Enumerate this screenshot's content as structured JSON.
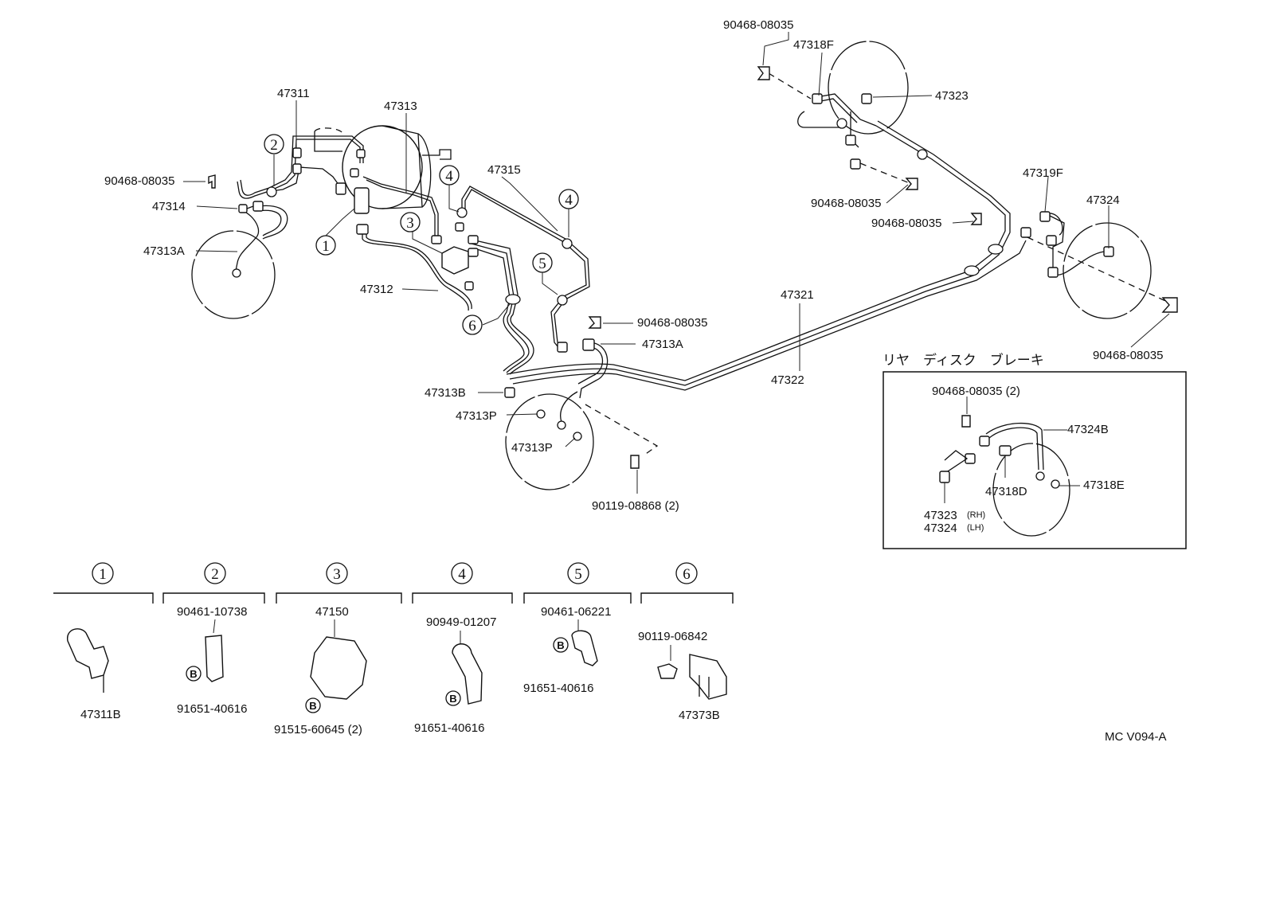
{
  "labels": {
    "front_left": {
      "p47311": "47311",
      "p47313": "47313",
      "p90468_a": "90468-08035",
      "p47314": "47314",
      "p47313A_left": "47313A",
      "p47312": "47312",
      "p47315": "47315"
    },
    "center": {
      "p90468_b": "90468-08035",
      "p47313A_right": "47313A",
      "p47313B": "47313B",
      "p47313P_a": "47313P",
      "p47313P_b": "47313P",
      "p90119": "90119-08868 (2)",
      "p47321": "47321",
      "p47322": "47322"
    },
    "rear": {
      "p90468_top": "90468-08035",
      "p47318F": "47318F",
      "p47323": "47323",
      "p90468_mid": "90468-08035",
      "p90468_mid2": "90468-08035",
      "p47319F": "47319F",
      "p47324": "47324",
      "p90468_right": "90468-08035"
    },
    "callouts": [
      "1",
      "2",
      "3",
      "4",
      "4",
      "5",
      "6"
    ]
  },
  "inset": {
    "title": "リヤ　ディスク　ブレーキ",
    "p90468": "90468-08035 (2)",
    "p47324B": "47324B",
    "p47318D": "47318D",
    "p47318E": "47318E",
    "p47323": "47323",
    "rh": "(RH)",
    "p47324": "47324",
    "lh": "(LH)"
  },
  "details": [
    {
      "num": "1",
      "top": "",
      "bottom": "47311B"
    },
    {
      "num": "2",
      "top": "90461-10738",
      "bottom": "91651-40616"
    },
    {
      "num": "3",
      "top": "47150",
      "bottom": "91515-60645 (2)"
    },
    {
      "num": "4",
      "top": "90949-01207",
      "bottom": "91651-40616"
    },
    {
      "num": "5",
      "top": "90461-06221",
      "bottom": "91651-40616"
    },
    {
      "num": "6",
      "top": "90119-06842",
      "bottom": "47373B"
    }
  ],
  "bolt_marker": "B",
  "figure_code": "MC V094-A"
}
